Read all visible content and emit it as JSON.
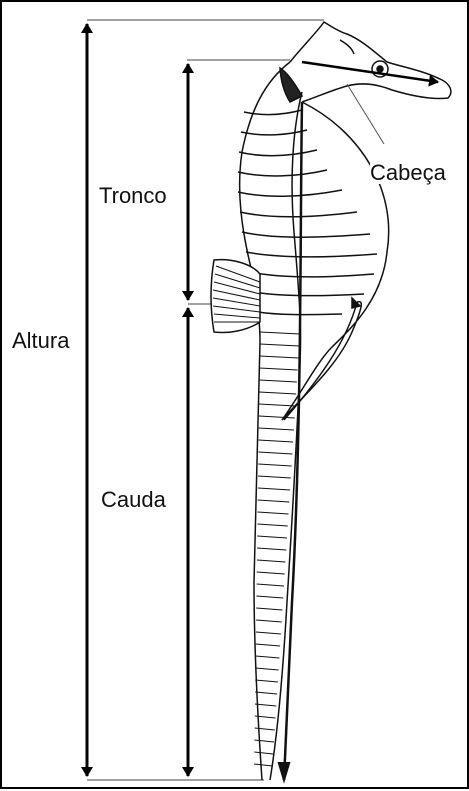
{
  "labels": {
    "altura": "Altura",
    "tronco": "Tronco",
    "cauda": "Cauda",
    "cabeca": "Cabeça"
  }
}
